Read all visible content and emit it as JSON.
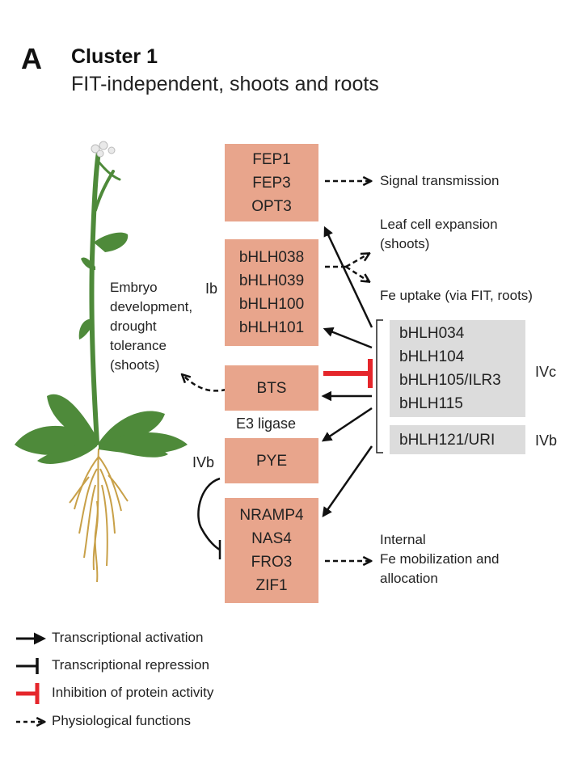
{
  "header": {
    "panel": "A",
    "title": "Cluster 1",
    "subtitle": "FIT-independent, shoots and roots"
  },
  "boxes": {
    "fep": [
      "FEP1",
      "FEP3",
      "OPT3"
    ],
    "ib": [
      "bHLH038",
      "bHLH039",
      "bHLH100",
      "bHLH101"
    ],
    "bts": "BTS",
    "pye": "PYE",
    "targets": [
      "NRAMP4",
      "NAS4",
      "FRO3",
      "ZIF1"
    ],
    "ivc": [
      "bHLH034",
      "bHLH104",
      "bHLH105/ILR3",
      "bHLH115"
    ],
    "ivb": "bHLH121/URI"
  },
  "labels": {
    "ib": "Ib",
    "ivc": "IVc",
    "ivb_right": "IVb",
    "ivb_left": "IVb",
    "e3": "E3 ligase",
    "signal": "Signal transmission",
    "leaf": [
      "Leaf cell expansion",
      "(shoots)"
    ],
    "fe_uptake": "Fe uptake (via FIT, roots)",
    "embryo": [
      "Embryo",
      "development,",
      "drought",
      "tolerance",
      "(shoots)"
    ],
    "internal": [
      "Internal",
      "Fe mobilization and",
      "allocation"
    ]
  },
  "legend": {
    "activation": "Transcriptional activation",
    "repression": "Transcriptional repression",
    "inhibition": "Inhibition of protein activity",
    "physiological": "Physiological functions"
  },
  "colors": {
    "box": "#e8a58c",
    "gray_box": "#dcdcdc",
    "red": "#e5262b",
    "stem": "#4e8a3a",
    "root": "#c8a048"
  }
}
